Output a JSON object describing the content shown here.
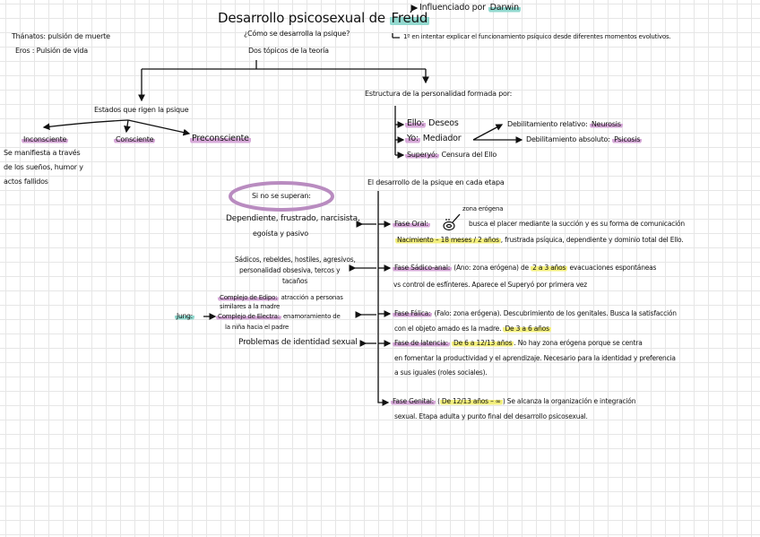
{
  "title": {
    "main": "Desarrollo psicosexual de",
    "name": "Freud",
    "influence_prefix": "Influenciado por",
    "influence_name": "Darwin"
  },
  "question": "¿Cómo se desarrolla la psique?",
  "first_note": "1º en intentar explicar el funcionamiento psíquico desde diferentes momentos evolutivos.",
  "topics": "Dos tópicos de la teoría",
  "drives": [
    "Thánatos: pulsión de muerte",
    "Eros : Pulsión de vida"
  ],
  "states": {
    "heading": "Estados que rigen la psique",
    "items": [
      "Inconsciente",
      "Consciente",
      "Preconsciente"
    ],
    "note": [
      "Se manifiesta a través",
      "de los sueños, humor y",
      "actos fallidos"
    ]
  },
  "structure": {
    "heading": "Estructura de la personalidad formada por:",
    "items": [
      {
        "label": "Ello:",
        "text": "Deseos"
      },
      {
        "label": "Yo:",
        "text": "Mediador"
      },
      {
        "label": "Superyó:",
        "text": "Censura del Ello"
      }
    ],
    "weakening": [
      {
        "label": "Debilitamiento relativo:",
        "value": "Neurosis"
      },
      {
        "label": "Debilitamiento absoluto:",
        "value": "Psicosis"
      }
    ]
  },
  "development": {
    "heading": "El desarrollo de la psique en cada etapa",
    "oval": "Si no se superan:",
    "consequences": {
      "oral": [
        "Dependiente, frustrado, narcisista,",
        "egoísta y pasivo"
      ],
      "anal": [
        "Sádicos, rebeldes, hostiles, agresivos,",
        "personalidad obsesiva, tercos y",
        "tacaños"
      ],
      "falica": {
        "edipo_label": "Complejo de Edipo:",
        "edipo_text": "atracción a personas",
        "edipo_text2": "similares a la madre",
        "jung": "Jung:",
        "electra_label": "Complejo de Electra:",
        "electra_text": "enamoramiento de",
        "electra_text2": "la niña hacia el padre"
      },
      "latencia": "Problemas de identidad sexual"
    },
    "phases": {
      "oral": {
        "label": "Fase Oral:",
        "zone": "zona erógena",
        "l1": "busca el placer mediante la succión y es su forma de comunicación",
        "hl": "Nacimiento – 18 meses / 2 años",
        "l2": ", frustrada psíquica, dependiente y dominio total del Ello."
      },
      "anal": {
        "label": "Fase Sádico-anal:",
        "l1a": "(Ano: zona erógena)  de",
        "hl": "2 a 3 años",
        "l1b": "evacuaciones espontáneas",
        "l2": "vs control de esfínteres. Aparece el Superyó por primera vez"
      },
      "falica": {
        "label": "Fase Fálica:",
        "l1": "(Falo: zona erógena). Descubrimiento de los genitales. Busca la satisfacción",
        "l2": "con el objeto amado es la madre.",
        "hl": "De 3 a 6 años"
      },
      "latencia": {
        "label": "Fase de latencia:",
        "hl": "De 6 a 12/13 años",
        "l1": ". No hay zona erógena porque se centra",
        "l2": "en fomentar la productividad y el aprendizaje. Necesario para la identidad y preferencia",
        "l3": "a sus iguales (roles sociales)."
      },
      "genital": {
        "label": "Fase Genital:",
        "open": "(",
        "hl": "De 12/13 años – ∞",
        "l1": ") Se alcanza la organización e integración",
        "l2": "sexual. Etapa adulta y punto final del desarrollo psicosexual."
      }
    }
  },
  "colors": {
    "purple_highlight": "#d7a9d9",
    "yellow_highlight": "#f3ef7c",
    "teal_highlight": "#93d9cf",
    "oval_stroke": "#b98cc0",
    "ink": "#111111"
  }
}
